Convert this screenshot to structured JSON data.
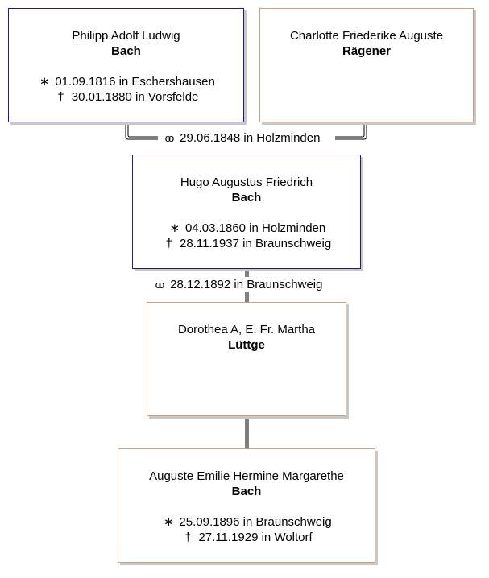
{
  "persons": {
    "p1": {
      "given": "Philipp Adolf Ludwig",
      "surname": "Bach",
      "birth_symbol": "∗",
      "birth": "01.09.1816 in Eschershausen",
      "death_symbol": "†",
      "death": "30.01.1880 in Vorsfelde"
    },
    "p2": {
      "given": "Charlotte Friederike Auguste",
      "surname": "Rägener"
    },
    "p3": {
      "given": "Hugo Augustus Friedrich",
      "surname": "Bach",
      "birth_symbol": "∗",
      "birth": "04.03.1860 in Holzminden",
      "death_symbol": "†",
      "death": "28.11.1937 in Braunschweig"
    },
    "p4": {
      "given": "Dorothea A, E. Fr. Martha",
      "surname": "Lüttge"
    },
    "p5": {
      "given": "Auguste Emilie Hermine Margarethe",
      "surname": "Bach",
      "birth_symbol": "∗",
      "birth": "25.09.1896 in Braunschweig",
      "death_symbol": "†",
      "death": "27.11.1929 in Woltorf"
    }
  },
  "marriages": {
    "m1": {
      "symbol": "oo",
      "text": "29.06.1848 in Holzminden"
    },
    "m2": {
      "symbol": "oo",
      "text": "28.12.1892 in Braunschweig"
    }
  },
  "colors": {
    "male_border": "#1c1c7c",
    "female_border": "#c8a080",
    "shadow": "#c8c8c8"
  }
}
